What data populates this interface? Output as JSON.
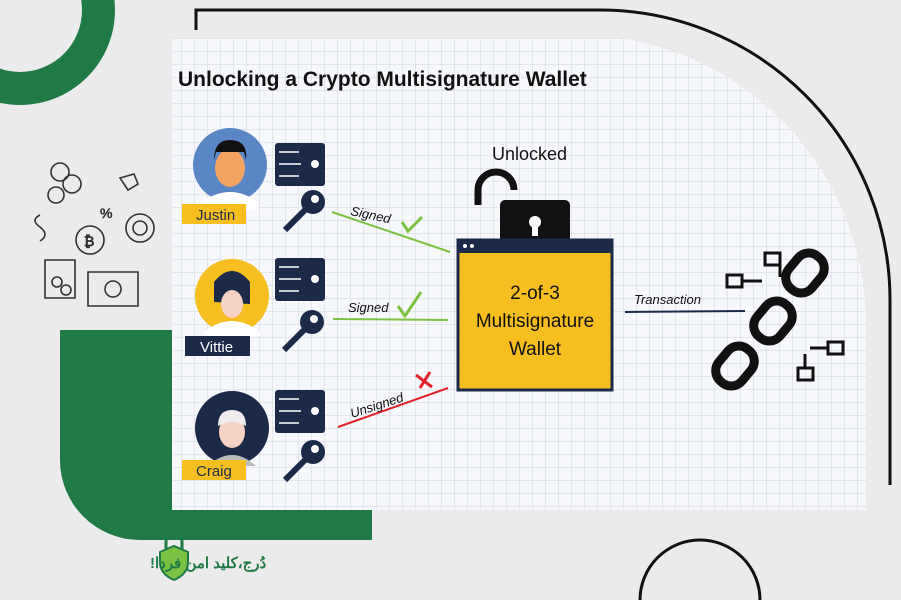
{
  "title": "Unlocking a Crypto Multisignature Wallet",
  "lock_label": "Unlocked",
  "wallet": {
    "line1": "2-of-3",
    "line2": "Multisignature",
    "line3": "Wallet"
  },
  "signers": [
    {
      "name": "Justin",
      "status": "Signed"
    },
    {
      "name": "Vittie",
      "status": "Signed"
    },
    {
      "name": "Craig",
      "status": "Unsigned"
    }
  ],
  "transaction_label": "Transaction",
  "brand_text": "دُرج،کلید امن فردا!",
  "colors": {
    "green": "#1f7a45",
    "yellow": "#f7be20",
    "navy": "#1c2a4a",
    "signed": "#7cc242",
    "unsigned": "#e0232a"
  }
}
